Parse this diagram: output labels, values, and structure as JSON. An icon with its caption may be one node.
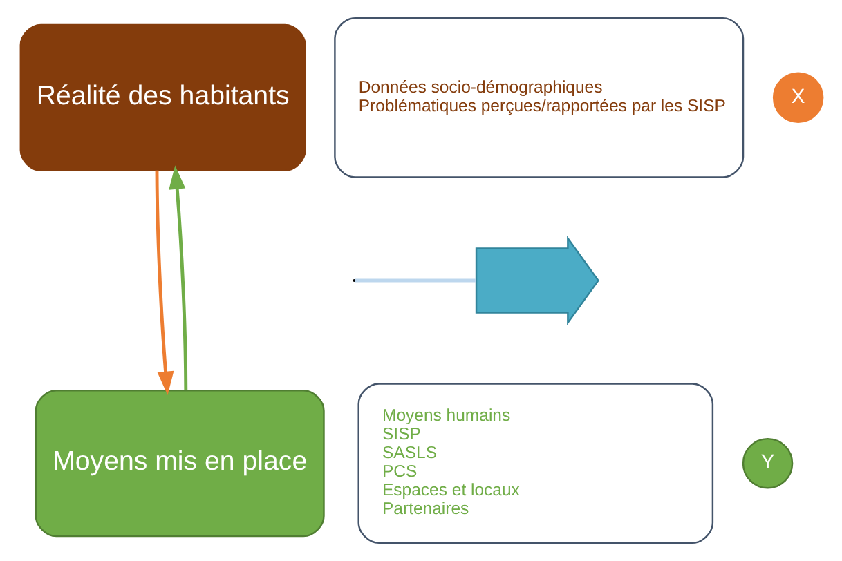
{
  "diagram": {
    "nodes": [
      {
        "text": [
          "Réalité des habitants"
        ]
      },
      {
        "text": [
          "Données socio-démographiques",
          "Problématiques perçues/rapportées par les SISP"
        ]
      },
      {
        "text": [
          "X"
        ]
      },
      {
        "text": [
          "Moyens mis en place"
        ]
      },
      {
        "text": [
          "Moyens humains",
          "SISP",
          "SASLS",
          "PCS",
          "Espaces et locaux",
          "Partenaires"
        ]
      },
      {
        "text": [
          "Y"
        ]
      },
      {
        "text": [],
        "shape": "arrow"
      }
    ],
    "edges": [
      {
        "from": 0,
        "to": 3,
        "arrow": "to",
        "color": "#ed7d31"
      },
      {
        "from": 3,
        "to": 0,
        "arrow": "to",
        "color": "#70ad47"
      },
      {
        "from": null,
        "to": 6,
        "arrow": "none",
        "color": "#bdd7ee"
      }
    ]
  }
}
